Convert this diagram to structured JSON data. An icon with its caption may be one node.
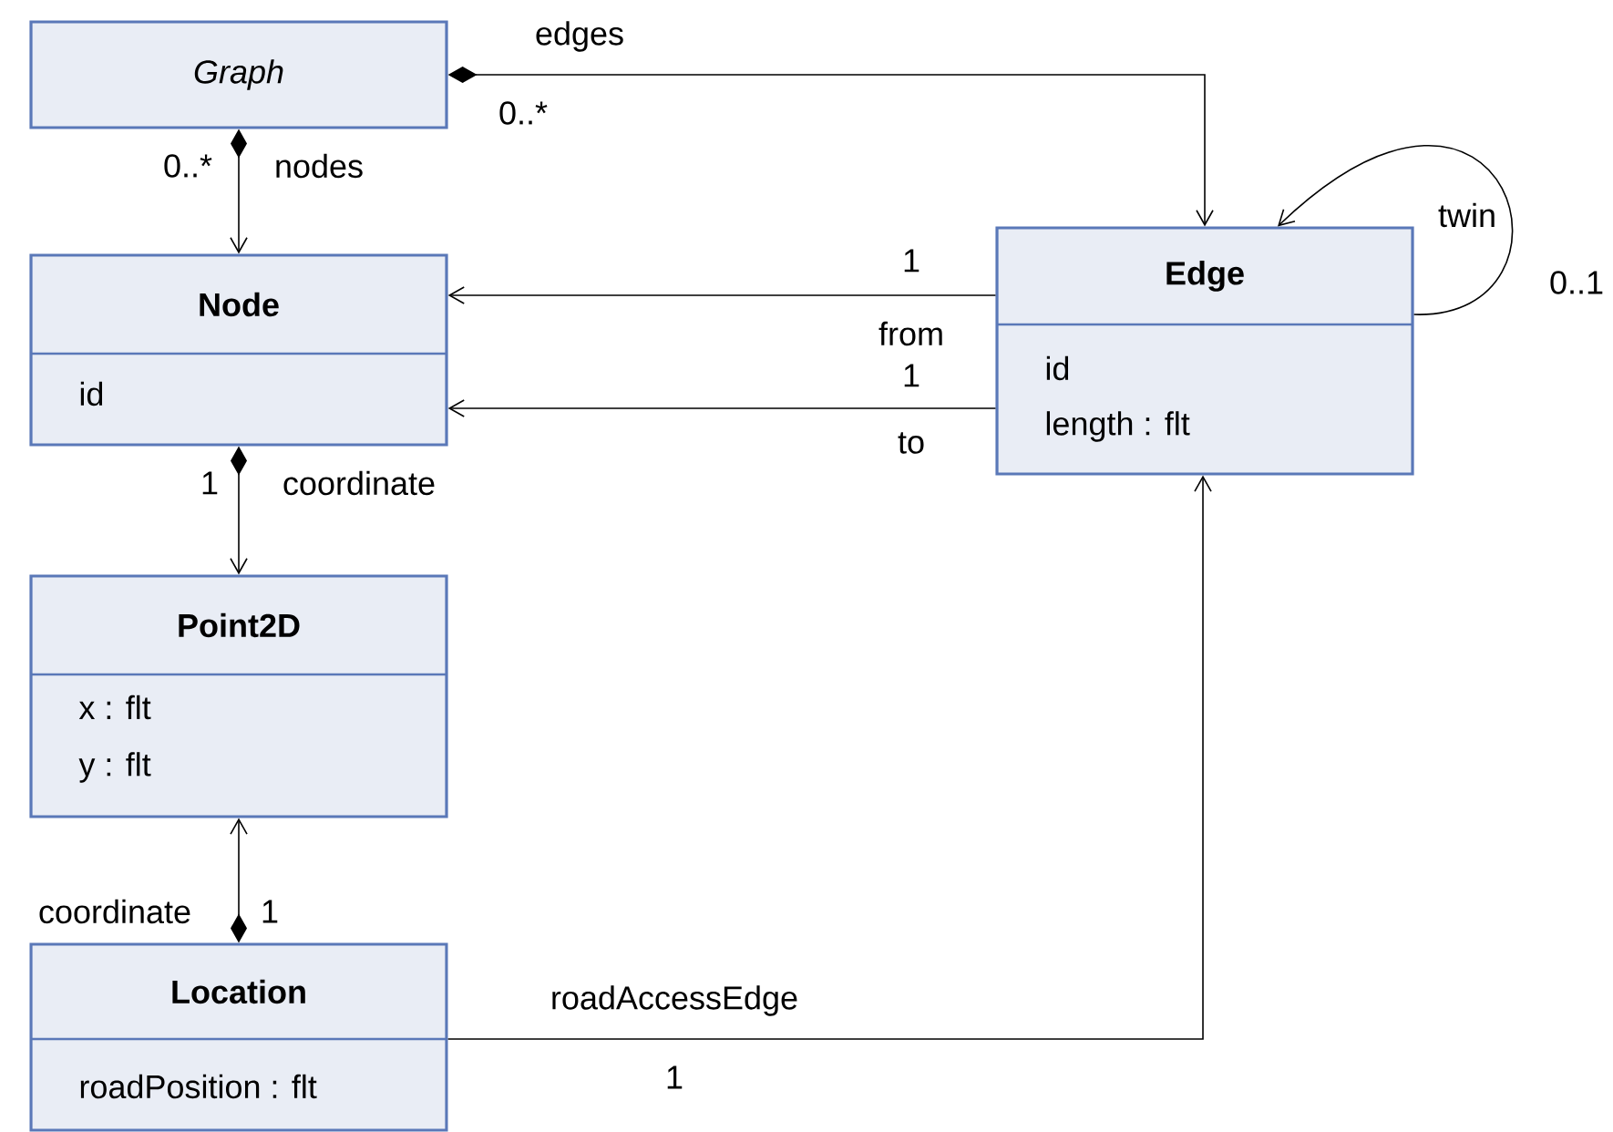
{
  "diagram": {
    "nodes": [
      {
        "text": [
          "Graph"
        ]
      },
      {
        "text": [
          "Node",
          "id"
        ]
      },
      {
        "text": [
          "Point2D",
          "x : flt",
          "y : flt"
        ]
      },
      {
        "text": [
          "Location",
          "roadPosition : flt"
        ]
      },
      {
        "text": [
          "Edge",
          "id",
          "length : flt"
        ]
      }
    ],
    "edges": [
      {
        "from": 0,
        "to": 4,
        "arrow": "to",
        "label": "edges"
      },
      {
        "from": 0,
        "to": 1,
        "arrow": "to",
        "label": "nodes"
      },
      {
        "from": 4,
        "to": 1,
        "arrow": "to",
        "label": "from"
      },
      {
        "from": 4,
        "to": 1,
        "arrow": "to",
        "label": "to"
      },
      {
        "from": 4,
        "to": 4,
        "arrow": "to",
        "label": "twin"
      },
      {
        "from": 1,
        "to": 2,
        "arrow": "to",
        "label": "coordinate"
      },
      {
        "from": 3,
        "to": 2,
        "arrow": "to",
        "label": "coordinate"
      },
      {
        "from": 3,
        "to": 4,
        "arrow": "to",
        "label": "roadAccessEdge"
      }
    ],
    "labels": [
      "0..*",
      "0..*",
      "1",
      "1",
      "0..1",
      "1",
      "1",
      "1"
    ]
  }
}
